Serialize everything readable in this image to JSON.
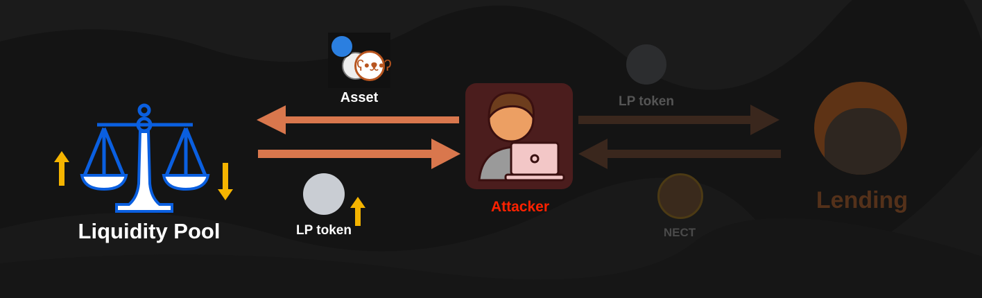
{
  "pool": {
    "label": "Liquidity Pool",
    "price_up": "up",
    "price_down": "down"
  },
  "asset": {
    "label": "Asset"
  },
  "lp_left": {
    "label": "LP token"
  },
  "attacker": {
    "label": "Attacker"
  },
  "lp_right": {
    "label": "LP token"
  },
  "nect": {
    "label": "NECT"
  },
  "lending": {
    "label": "Lending"
  },
  "colors": {
    "arrow": "#d9774d",
    "dim_arrow": "#3a271d",
    "attacker_label": "#ff2200",
    "yellow": "#f5b400",
    "blue": "#0a5fe0"
  }
}
